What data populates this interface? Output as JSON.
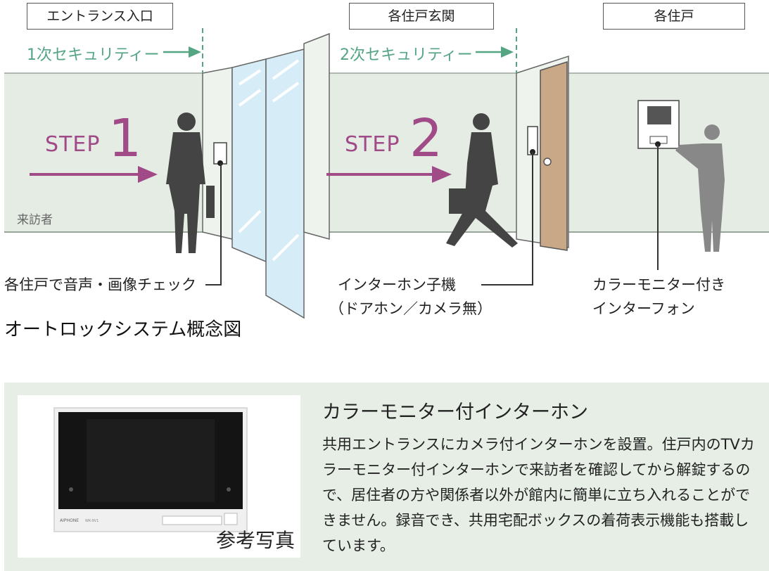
{
  "zones": {
    "entrance": "エントランス入口",
    "unit_door": "各住戸玄関",
    "unit": "各住戸"
  },
  "security": {
    "first": "1次セキュリティー",
    "second": "2次セキュリティー"
  },
  "steps": {
    "step1_word": "STEP",
    "step1_num": "1",
    "step2_word": "STEP",
    "step2_num": "2"
  },
  "visitor_label": "来訪者",
  "callouts": {
    "entrance_panel": "各住戸で音声・画像チェック",
    "door_unit_line1": "インターホン子機",
    "door_unit_line2": "（ドアホン／カメラ無）",
    "monitor_line1": "カラーモニター付き",
    "monitor_line2": "インターフォン"
  },
  "concept_title": "オートロックシステム概念図",
  "product": {
    "title": "カラーモニター付インターホン",
    "description": "共用エントランスにカメラ付インターホンを設置。住戸内のTVカラーモニター付インターホンで来訪者を確認してから解錠するので、居住者の方や関係者以外が館内に簡単に立ち入れることができません。録音でき、共用宅配ボックスの着荷表示機能も搭載しています。",
    "photo_caption": "参考写真",
    "device_brand": "AIPHONE",
    "device_model": "WK-9V1"
  },
  "colors": {
    "wall": "#e4ece4",
    "security_green": "#55a585",
    "step_magenta": "#a04a88",
    "door_brown": "#c8a886",
    "glass_blue": "#d6ecf6"
  }
}
